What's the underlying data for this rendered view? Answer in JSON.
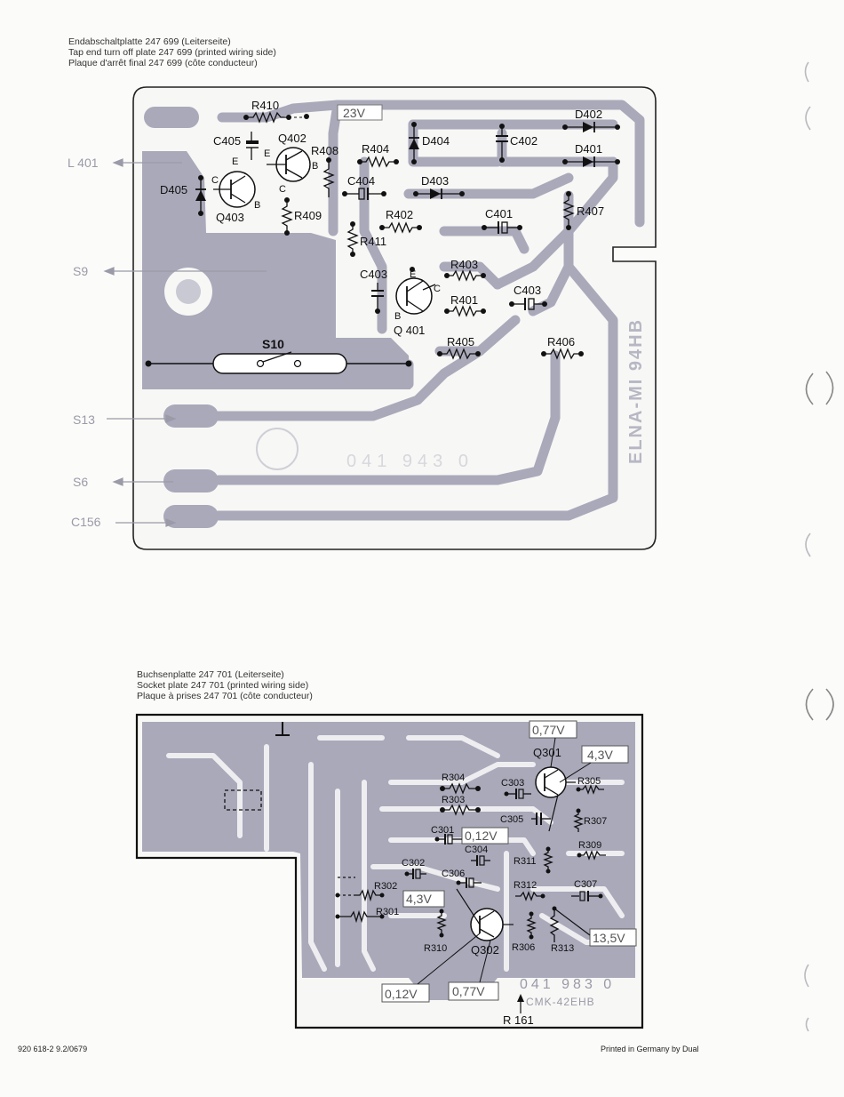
{
  "top_board": {
    "caption": [
      "Endabschaltplatte 247 699 (Leiterseite)",
      "Tap end turn off plate 247 699 (printed wiring side)",
      "Plaque d'arrêt final 247 699 (côte conducteur)"
    ],
    "voltage_box": "23V",
    "side_labels": {
      "l401": "L 401",
      "s9": "S9",
      "s13": "S13",
      "s6": "S6",
      "c156": "C156"
    },
    "components": {
      "r410": "R410",
      "c405": "C405",
      "q402": "Q402",
      "r408": "R408",
      "r404": "R404",
      "d404": "D404",
      "c402": "C402",
      "d402": "D402",
      "d401": "D401",
      "d405": "D405",
      "q403": "Q403",
      "r409": "R409",
      "c404": "C404",
      "d403": "D403",
      "r402": "R402",
      "c401": "C401",
      "r407": "R407",
      "r411": "R411",
      "c403a": "C403",
      "r403": "R403",
      "q401": "Q 401",
      "r401": "R401",
      "c403b": "C403",
      "r405": "R405",
      "r406": "R406",
      "s10": "S10"
    },
    "pins": {
      "c": "C",
      "e": "E",
      "b": "B"
    },
    "board_text_vertical": "ELNA-MI 94HB",
    "board_number": "041 943 0"
  },
  "bottom_board": {
    "caption": [
      "Buchsenplatte 247 701 (Leiterseite)",
      "Socket plate 247 701 (printed wiring side)",
      "Plaque à prises 247 701 (côte conducteur)"
    ],
    "voltages": {
      "v077a": "0,77V",
      "v43a": "4,3V",
      "v012a": "0,12V",
      "v43b": "4,3V",
      "v135": "13,5V",
      "v012b": "0,12V",
      "v077b": "0,77V"
    },
    "components": {
      "q301": "Q301",
      "r304": "R304",
      "c303": "C303",
      "r305": "R305",
      "r303": "R303",
      "c305": "C305",
      "r307": "R307",
      "c301": "C301",
      "r309": "R309",
      "c304": "C304",
      "c302": "C302",
      "r311": "R311",
      "c306": "C306",
      "r312": "R312",
      "c307": "C307",
      "r302": "R302",
      "r301": "R301",
      "r310": "R310",
      "q302": "Q302",
      "r306": "R306",
      "r313": "R313"
    },
    "board_number": "041 983 0",
    "board_code": "CMK-42EHB",
    "pointer_label": "R 161"
  },
  "footer": {
    "left": "920 618-2  9.2/0679",
    "right": "Printed in Germany by Dual"
  },
  "colors": {
    "copper": "#a9a9ba",
    "board": "#f6f6f4",
    "ink": "#111111"
  }
}
